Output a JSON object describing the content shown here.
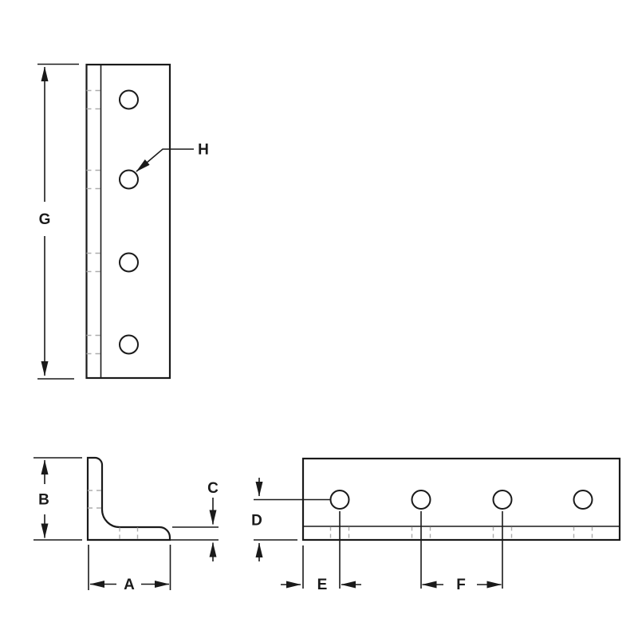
{
  "colors": {
    "ink": "#1a1a1a",
    "dash": "#adadad",
    "background": "#ffffff"
  },
  "labels": {
    "g": "G",
    "h": "H",
    "b": "B",
    "a": "A",
    "c": "C",
    "d": "D",
    "e": "E",
    "f": "F"
  },
  "views": {
    "side_view": {
      "hole_count": 4,
      "dimension_labels": [
        "G"
      ],
      "callout_labels": [
        "H"
      ]
    },
    "profile_view": {
      "hole_count": 0,
      "dimension_labels": [
        "B",
        "A",
        "C"
      ]
    },
    "plan_view": {
      "hole_count": 4,
      "dimension_labels": [
        "D",
        "E",
        "F"
      ]
    }
  }
}
